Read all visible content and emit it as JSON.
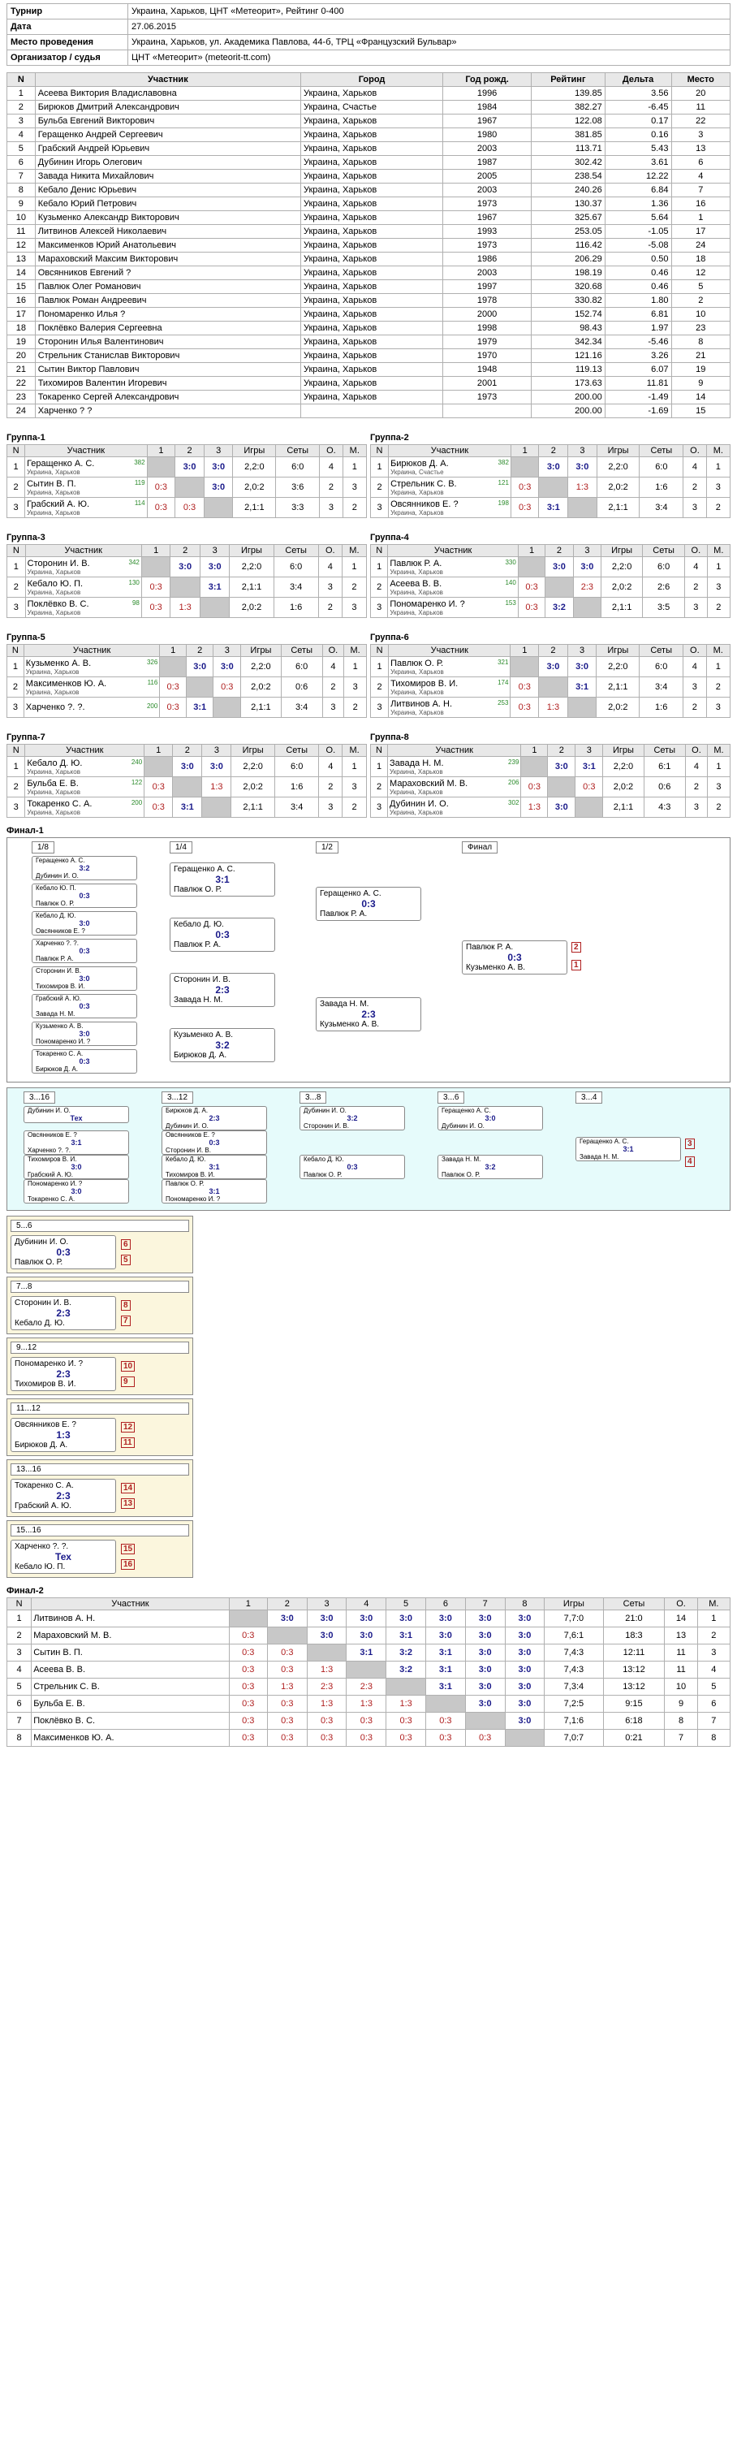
{
  "info": [
    {
      "k": "Турнир",
      "v": "Украина, Харьков, ЦНТ «Метеорит», Рейтинг 0-400"
    },
    {
      "k": "Дата",
      "v": "27.06.2015"
    },
    {
      "k": "Место проведения",
      "v": "Украина, Харьков, ул. Академика Павлова, 44-б, ТРЦ «Французский Бульвар»"
    },
    {
      "k": "Организатор / судья",
      "v": "ЦНТ «Метеорит» (meteorit-tt.com)"
    }
  ],
  "players_header": [
    "N",
    "Участник",
    "Город",
    "Год рожд.",
    "Рейтинг",
    "Дельта",
    "Место"
  ],
  "players": [
    [
      "1",
      "Асеева Виктория Владиславовна",
      "Украина, Харьков",
      "1996",
      "139.85",
      "3.56",
      "20"
    ],
    [
      "2",
      "Бирюков Дмитрий Александрович",
      "Украина, Счастье",
      "1984",
      "382.27",
      "-6.45",
      "11"
    ],
    [
      "3",
      "Бульба Евгений Викторович",
      "Украина, Харьков",
      "1967",
      "122.08",
      "0.17",
      "22"
    ],
    [
      "4",
      "Геращенко Андрей Сергеевич",
      "Украина, Харьков",
      "1980",
      "381.85",
      "0.16",
      "3"
    ],
    [
      "5",
      "Грабский Андрей Юрьевич",
      "Украина, Харьков",
      "2003",
      "113.71",
      "5.43",
      "13"
    ],
    [
      "6",
      "Дубинин Игорь Олегович",
      "Украина, Харьков",
      "1987",
      "302.42",
      "3.61",
      "6"
    ],
    [
      "7",
      "Завада Никита Михайлович",
      "Украина, Харьков",
      "2005",
      "238.54",
      "12.22",
      "4"
    ],
    [
      "8",
      "Кебало Денис Юрьевич",
      "Украина, Харьков",
      "2003",
      "240.26",
      "6.84",
      "7"
    ],
    [
      "9",
      "Кебало Юрий Петрович",
      "Украина, Харьков",
      "1973",
      "130.37",
      "1.36",
      "16"
    ],
    [
      "10",
      "Кузьменко Александр Викторович",
      "Украина, Харьков",
      "1967",
      "325.67",
      "5.64",
      "1"
    ],
    [
      "11",
      "Литвинов Алексей Николаевич",
      "Украина, Харьков",
      "1993",
      "253.05",
      "-1.05",
      "17"
    ],
    [
      "12",
      "Максименков Юрий Анатольевич",
      "Украина, Харьков",
      "1973",
      "116.42",
      "-5.08",
      "24"
    ],
    [
      "13",
      "Мараховский Максим Викторович",
      "Украина, Харьков",
      "1986",
      "206.29",
      "0.50",
      "18"
    ],
    [
      "14",
      "Овсянников Евгений ?",
      "Украина, Харьков",
      "2003",
      "198.19",
      "0.46",
      "12"
    ],
    [
      "15",
      "Павлюк Олег Романович",
      "Украина, Харьков",
      "1997",
      "320.68",
      "0.46",
      "5"
    ],
    [
      "16",
      "Павлюк Роман Андреевич",
      "Украина, Харьков",
      "1978",
      "330.82",
      "1.80",
      "2"
    ],
    [
      "17",
      "Пономаренко Илья ?",
      "Украина, Харьков",
      "2000",
      "152.74",
      "6.81",
      "10"
    ],
    [
      "18",
      "Поклёвко Валерия Сергеевна",
      "Украина, Харьков",
      "1998",
      "98.43",
      "1.97",
      "23"
    ],
    [
      "19",
      "Сторонин Илья Валентинович",
      "Украина, Харьков",
      "1979",
      "342.34",
      "-5.46",
      "8"
    ],
    [
      "20",
      "Стрельник Станислав Викторович",
      "Украина, Харьков",
      "1970",
      "121.16",
      "3.26",
      "21"
    ],
    [
      "21",
      "Сытин Виктор Павлович",
      "Украина, Харьков",
      "1948",
      "119.13",
      "6.07",
      "19"
    ],
    [
      "22",
      "Тихомиров Валентин Игоревич",
      "Украина, Харьков",
      "2001",
      "173.63",
      "11.81",
      "9"
    ],
    [
      "23",
      "Токаренко Сергей Александрович",
      "Украина, Харьков",
      "1973",
      "200.00",
      "-1.49",
      "14"
    ],
    [
      "24",
      "Харченко ? ?",
      "",
      "",
      "200.00",
      "-1.69",
      "15"
    ]
  ],
  "group_header": [
    "N",
    "Участник",
    "1",
    "2",
    "3",
    "Игры",
    "Сеты",
    "О.",
    "М."
  ],
  "groups": [
    {
      "title": "Группа-1",
      "rows": [
        {
          "n": "1",
          "name": "Геращенко А. С.",
          "city": "Украина, Харьков",
          "rt": "382",
          "r1": "",
          "r2": "3:0",
          "r3": "3:0",
          "g": "2,2:0",
          "s": "6:0",
          "o": "4",
          "m": "1"
        },
        {
          "n": "2",
          "name": "Сытин В. П.",
          "city": "Украина, Харьков",
          "rt": "119",
          "r1": "0:3",
          "r2": "",
          "r3": "3:0",
          "g": "2,0:2",
          "s": "3:6",
          "o": "2",
          "m": "3"
        },
        {
          "n": "3",
          "name": "Грабский А. Ю.",
          "city": "Украина, Харьков",
          "rt": "114",
          "r1": "0:3",
          "r2": "0:3",
          "r3": "",
          "g": "2,1:1",
          "s": "3:3",
          "o": "3",
          "m": "2"
        }
      ]
    },
    {
      "title": "Группа-2",
      "rows": [
        {
          "n": "1",
          "name": "Бирюков Д. А.",
          "city": "Украина, Счастье",
          "rt": "382",
          "r1": "",
          "r2": "3:0",
          "r3": "3:0",
          "g": "2,2:0",
          "s": "6:0",
          "o": "4",
          "m": "1"
        },
        {
          "n": "2",
          "name": "Стрельник С. В.",
          "city": "Украина, Харьков",
          "rt": "121",
          "r1": "0:3",
          "r2": "",
          "r3": "1:3",
          "g": "2,0:2",
          "s": "1:6",
          "o": "2",
          "m": "3"
        },
        {
          "n": "3",
          "name": "Овсянников Е. ?",
          "city": "Украина, Харьков",
          "rt": "198",
          "r1": "0:3",
          "r2": "3:1",
          "r3": "",
          "g": "2,1:1",
          "s": "3:4",
          "o": "3",
          "m": "2"
        }
      ]
    },
    {
      "title": "Группа-3",
      "rows": [
        {
          "n": "1",
          "name": "Сторонин И. В.",
          "city": "Украина, Харьков",
          "rt": "342",
          "r1": "",
          "r2": "3:0",
          "r3": "3:0",
          "g": "2,2:0",
          "s": "6:0",
          "o": "4",
          "m": "1"
        },
        {
          "n": "2",
          "name": "Кебало Ю. П.",
          "city": "Украина, Харьков",
          "rt": "130",
          "r1": "0:3",
          "r2": "",
          "r3": "3:1",
          "g": "2,1:1",
          "s": "3:4",
          "o": "3",
          "m": "2"
        },
        {
          "n": "3",
          "name": "Поклёвко В. С.",
          "city": "Украина, Харьков",
          "rt": "98",
          "r1": "0:3",
          "r2": "1:3",
          "r3": "",
          "g": "2,0:2",
          "s": "1:6",
          "o": "2",
          "m": "3"
        }
      ]
    },
    {
      "title": "Группа-4",
      "rows": [
        {
          "n": "1",
          "name": "Павлюк Р. А.",
          "city": "Украина, Харьков",
          "rt": "330",
          "r1": "",
          "r2": "3:0",
          "r3": "3:0",
          "g": "2,2:0",
          "s": "6:0",
          "o": "4",
          "m": "1"
        },
        {
          "n": "2",
          "name": "Асеева В. В.",
          "city": "Украина, Харьков",
          "rt": "140",
          "r1": "0:3",
          "r2": "",
          "r3": "2:3",
          "g": "2,0:2",
          "s": "2:6",
          "o": "2",
          "m": "3"
        },
        {
          "n": "3",
          "name": "Пономаренко И. ?",
          "city": "Украина, Харьков",
          "rt": "153",
          "r1": "0:3",
          "r2": "3:2",
          "r3": "",
          "g": "2,1:1",
          "s": "3:5",
          "o": "3",
          "m": "2"
        }
      ]
    },
    {
      "title": "Группа-5",
      "rows": [
        {
          "n": "1",
          "name": "Кузьменко А. В.",
          "city": "Украина, Харьков",
          "rt": "326",
          "r1": "",
          "r2": "3:0",
          "r3": "3:0",
          "g": "2,2:0",
          "s": "6:0",
          "o": "4",
          "m": "1"
        },
        {
          "n": "2",
          "name": "Максименков Ю. А.",
          "city": "Украина, Харьков",
          "rt": "116",
          "r1": "0:3",
          "r2": "",
          "r3": "0:3",
          "g": "2,0:2",
          "s": "0:6",
          "o": "2",
          "m": "3"
        },
        {
          "n": "3",
          "name": "Харченко ?. ?.",
          "city": "",
          "rt": "200",
          "r1": "0:3",
          "r2": "3:1",
          "r3": "",
          "g": "2,1:1",
          "s": "3:4",
          "o": "3",
          "m": "2"
        }
      ]
    },
    {
      "title": "Группа-6",
      "rows": [
        {
          "n": "1",
          "name": "Павлюк О. Р.",
          "city": "Украина, Харьков",
          "rt": "321",
          "r1": "",
          "r2": "3:0",
          "r3": "3:0",
          "g": "2,2:0",
          "s": "6:0",
          "o": "4",
          "m": "1"
        },
        {
          "n": "2",
          "name": "Тихомиров В. И.",
          "city": "Украина, Харьков",
          "rt": "174",
          "r1": "0:3",
          "r2": "",
          "r3": "3:1",
          "g": "2,1:1",
          "s": "3:4",
          "o": "3",
          "m": "2"
        },
        {
          "n": "3",
          "name": "Литвинов А. Н.",
          "city": "Украина, Харьков",
          "rt": "253",
          "r1": "0:3",
          "r2": "1:3",
          "r3": "",
          "g": "2,0:2",
          "s": "1:6",
          "o": "2",
          "m": "3"
        }
      ]
    },
    {
      "title": "Группа-7",
      "rows": [
        {
          "n": "1",
          "name": "Кебало Д. Ю.",
          "city": "Украина, Харьков",
          "rt": "240",
          "r1": "",
          "r2": "3:0",
          "r3": "3:0",
          "g": "2,2:0",
          "s": "6:0",
          "o": "4",
          "m": "1"
        },
        {
          "n": "2",
          "name": "Бульба Е. В.",
          "city": "Украина, Харьков",
          "rt": "122",
          "r1": "0:3",
          "r2": "",
          "r3": "1:3",
          "g": "2,0:2",
          "s": "1:6",
          "o": "2",
          "m": "3"
        },
        {
          "n": "3",
          "name": "Токаренко С. А.",
          "city": "Украина, Харьков",
          "rt": "200",
          "r1": "0:3",
          "r2": "3:1",
          "r3": "",
          "g": "2,1:1",
          "s": "3:4",
          "o": "3",
          "m": "2"
        }
      ]
    },
    {
      "title": "Группа-8",
      "rows": [
        {
          "n": "1",
          "name": "Завада Н. М.",
          "city": "Украина, Харьков",
          "rt": "239",
          "r1": "",
          "r2": "3:0",
          "r3": "3:1",
          "g": "2,2:0",
          "s": "6:1",
          "o": "4",
          "m": "1"
        },
        {
          "n": "2",
          "name": "Мараховский М. В.",
          "city": "Украина, Харьков",
          "rt": "206",
          "r1": "0:3",
          "r2": "",
          "r3": "0:3",
          "g": "2,0:2",
          "s": "0:6",
          "o": "2",
          "m": "3"
        },
        {
          "n": "3",
          "name": "Дубинин И. О.",
          "city": "Украина, Харьков",
          "rt": "302",
          "r1": "1:3",
          "r2": "3:0",
          "r3": "",
          "g": "2,1:1",
          "s": "4:3",
          "o": "3",
          "m": "2"
        }
      ]
    }
  ],
  "final1": {
    "title": "Финал-1",
    "rounds": [
      "1/8",
      "1/4",
      "1/2",
      "Финал"
    ],
    "r16": [
      {
        "p1": "Геращенко А. С.",
        "p2": "Дубинин И. О.",
        "sc": "3:2",
        "w": "Геращенко А. С."
      },
      {
        "p1": "Кебало Ю. П.",
        "p2": "Павлюк О. Р.",
        "sc": "0:3",
        "w": "Павлюк О. Р."
      },
      {
        "p1": "Кебало Д. Ю.",
        "p2": "Овсянников Е. ?",
        "sc": "3:0",
        "w": "Кебало Д. Ю."
      },
      {
        "p1": "Харченко ?. ?.",
        "p2": "Павлюк Р. А.",
        "sc": "0:3",
        "w": "Павлюк Р. А."
      },
      {
        "p1": "Сторонин И. В.",
        "p2": "Тихомиров В. И.",
        "sc": "3:0",
        "w": "Сторонин И. В."
      },
      {
        "p1": "Грабский А. Ю.",
        "p2": "Завада Н. М.",
        "sc": "0:3",
        "w": "Завада Н. М."
      },
      {
        "p1": "Кузьменко А. В.",
        "p2": "Пономаренко И. ?",
        "sc": "3:0",
        "w": "Кузьменко А. В."
      },
      {
        "p1": "Токаренко С. А.",
        "p2": "Бирюков Д. А.",
        "sc": "0:3",
        "w": "Бирюков Д. А."
      }
    ],
    "qf": [
      {
        "p1": "Геращенко А. С.",
        "p2": "Павлюк О. Р.",
        "sc": "3:1"
      },
      {
        "p1": "Кебало Д. Ю.",
        "p2": "Павлюк Р. А.",
        "sc": "0:3"
      },
      {
        "p1": "Сторонин И. В.",
        "p2": "Завада Н. М.",
        "sc": "2:3"
      },
      {
        "p1": "Кузьменко А. В.",
        "p2": "Бирюков Д. А.",
        "sc": "3:2"
      }
    ],
    "sf": [
      {
        "p1": "Геращенко А. С.",
        "p2": "Павлюк Р. А.",
        "sc": "0:3"
      },
      {
        "p1": "Завада Н. М.",
        "p2": "Кузьменко А. В.",
        "sc": "2:3"
      }
    ],
    "f": {
      "p1": "Павлюк Р. А.",
      "p2": "Кузьменко А. В.",
      "sc": "0:3",
      "t1": "2",
      "t2": "1"
    }
  },
  "consolation": {
    "rounds": [
      "3...16",
      "3...12",
      "3...8",
      "3...6",
      "3...4"
    ],
    "matches": [
      {
        "p1": "Дубинин И. О.",
        "p2": "",
        "sc": "Тех"
      },
      {
        "p1": "Овсянников Е. ?",
        "p2": "Харченко ?. ?.",
        "sc": "3:1"
      },
      {
        "p1": "Тихомиров В. И.",
        "p2": "Грабский А. Ю.",
        "sc": "3:0"
      },
      {
        "p1": "Пономаренко И. ?",
        "p2": "Токаренко С. А.",
        "sc": "3:0"
      },
      {
        "p1": "Бирюков Д. А.",
        "p2": "Дубинин И. О.",
        "sc": "2:3"
      },
      {
        "p1": "Овсянников Е. ?",
        "p2": "Сторонин И. В.",
        "sc": "0:3"
      },
      {
        "p1": "Кебало Д. Ю.",
        "p2": "Тихомиров В. И.",
        "sc": "3:1"
      },
      {
        "p1": "Павлюк О. Р.",
        "p2": "Пономаренко И. ?",
        "sc": "3:1"
      },
      {
        "p1": "Дубинин И. О.",
        "p2": "Сторонин И. В.",
        "sc": "3:2"
      },
      {
        "p1": "Кебало Д. Ю.",
        "p2": "Павлюк О. Р.",
        "sc": "0:3"
      },
      {
        "p1": "Геращенко А. С.",
        "p2": "Дубинин И. О.",
        "sc": "3:0"
      },
      {
        "p1": "Завада Н. М.",
        "p2": "Павлюк О. Р.",
        "sc": "3:2"
      },
      {
        "p1": "Геращенко А. С.",
        "p2": "Завада Н. М.",
        "sc": "3:1",
        "t1": "3",
        "t2": "4"
      }
    ]
  },
  "places": [
    {
      "title": "5...6",
      "p1": "Дубинин И. О.",
      "p2": "Павлюк О. Р.",
      "sc": "0:3",
      "t1": "6",
      "t2": "5"
    },
    {
      "title": "7...8",
      "p1": "Сторонин И. В.",
      "p2": "Кебало Д. Ю.",
      "sc": "2:3",
      "t1": "8",
      "t2": "7"
    },
    {
      "title": "9...12",
      "p1": "Пономаренко И. ?",
      "p2": "Тихомиров В. И.",
      "sc": "2:3",
      "t1": "10",
      "t2": "9"
    },
    {
      "title": "11...12",
      "p1": "Овсянников Е. ?",
      "p2": "Бирюков Д. А.",
      "sc": "1:3",
      "t1": "12",
      "t2": "11"
    },
    {
      "title": "13...16",
      "p1": "Токаренко С. А.",
      "p2": "Грабский А. Ю.",
      "sc": "2:3",
      "t1": "14",
      "t2": "13"
    },
    {
      "title": "15...16",
      "p1": "Харченко ?. ?.",
      "p2": "Кебало Ю. П.",
      "sc": "Тех",
      "t1": "15",
      "t2": "16"
    }
  ],
  "final2": {
    "title": "Финал-2",
    "header": [
      "N",
      "Участник",
      "1",
      "2",
      "3",
      "4",
      "5",
      "6",
      "7",
      "8",
      "Игры",
      "Сеты",
      "О.",
      "М."
    ],
    "rows": [
      [
        "1",
        "Литвинов А. Н.",
        "",
        "3:0",
        "3:0",
        "3:0",
        "3:0",
        "3:0",
        "3:0",
        "3:0",
        "7,7:0",
        "21:0",
        "14",
        "1"
      ],
      [
        "2",
        "Мараховский М. В.",
        "0:3",
        "",
        "3:0",
        "3:0",
        "3:1",
        "3:0",
        "3:0",
        "3:0",
        "7,6:1",
        "18:3",
        "13",
        "2"
      ],
      [
        "3",
        "Сытин В. П.",
        "0:3",
        "0:3",
        "",
        "3:1",
        "3:2",
        "3:1",
        "3:0",
        "3:0",
        "7,4:3",
        "12:11",
        "11",
        "3"
      ],
      [
        "4",
        "Асеева В. В.",
        "0:3",
        "0:3",
        "1:3",
        "",
        "3:2",
        "3:1",
        "3:0",
        "3:0",
        "7,4:3",
        "13:12",
        "11",
        "4"
      ],
      [
        "5",
        "Стрельник С. В.",
        "0:3",
        "1:3",
        "2:3",
        "2:3",
        "",
        "3:1",
        "3:0",
        "3:0",
        "7,3:4",
        "13:12",
        "10",
        "5"
      ],
      [
        "6",
        "Бульба Е. В.",
        "0:3",
        "0:3",
        "1:3",
        "1:3",
        "1:3",
        "",
        "3:0",
        "3:0",
        "7,2:5",
        "9:15",
        "9",
        "6"
      ],
      [
        "7",
        "Поклёвко В. С.",
        "0:3",
        "0:3",
        "0:3",
        "0:3",
        "0:3",
        "0:3",
        "",
        "3:0",
        "7,1:6",
        "6:18",
        "8",
        "7"
      ],
      [
        "8",
        "Максименков Ю. А.",
        "0:3",
        "0:3",
        "0:3",
        "0:3",
        "0:3",
        "0:3",
        "0:3",
        "",
        "7,0:7",
        "0:21",
        "7",
        "8"
      ]
    ]
  }
}
